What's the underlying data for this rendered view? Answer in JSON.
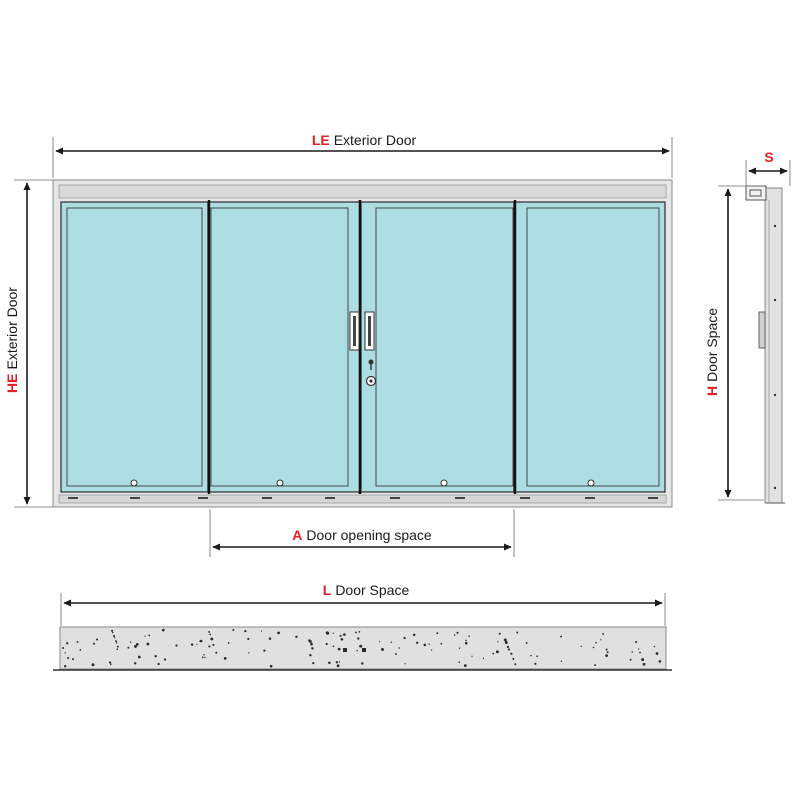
{
  "dimensions": {
    "le": {
      "code": "LE",
      "text": "Exterior Door"
    },
    "he": {
      "code": "HE",
      "text": "Exterior Door"
    },
    "a": {
      "code": "A",
      "text": "Door opening space"
    },
    "l": {
      "code": "L",
      "text": "Door Space"
    },
    "h": {
      "code": "H",
      "text": "Door Space"
    },
    "s": {
      "code": "S"
    }
  },
  "colors": {
    "accent": "#e31e24",
    "glass": "#acdde2",
    "frame": "#e2e2e2",
    "line": "#1a1a1a",
    "wall": "#e0e0e0"
  }
}
